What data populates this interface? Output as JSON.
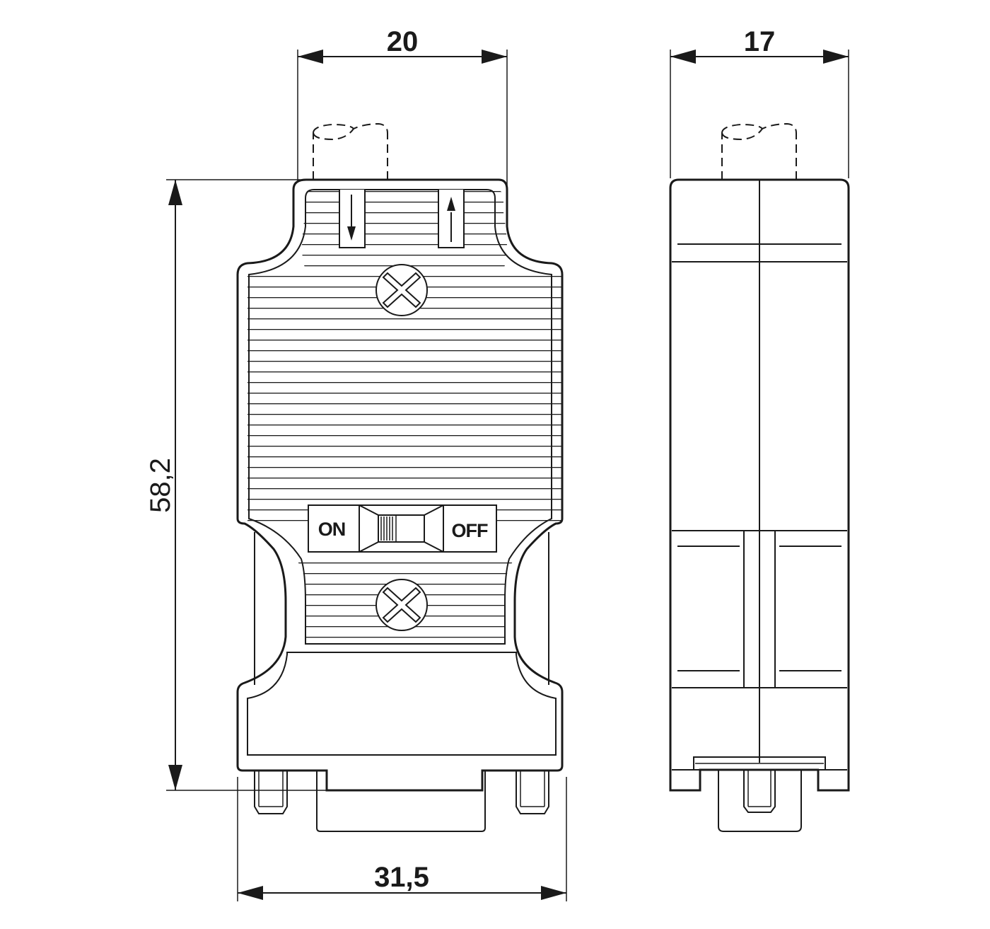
{
  "drawing": {
    "title": "Connector dimensional drawing",
    "units": "mm",
    "colors": {
      "line": "#1a1a1a",
      "background": "#ffffff"
    },
    "front_view": {
      "dimensions": {
        "top_width": "20",
        "height": "58,2",
        "bottom_width": "31,5"
      },
      "switch": {
        "on_label": "ON",
        "off_label": "OFF"
      },
      "icons": [
        "cable-entry-dashed",
        "arrow-down",
        "arrow-up",
        "screw-top",
        "screw-bottom",
        "slide-switch",
        "d-sub-plug",
        "locking-bolts"
      ]
    },
    "side_view": {
      "dimensions": {
        "width": "17"
      },
      "icons": [
        "cable-entry-dashed",
        "d-sub-plug",
        "locking-bolt"
      ]
    }
  }
}
